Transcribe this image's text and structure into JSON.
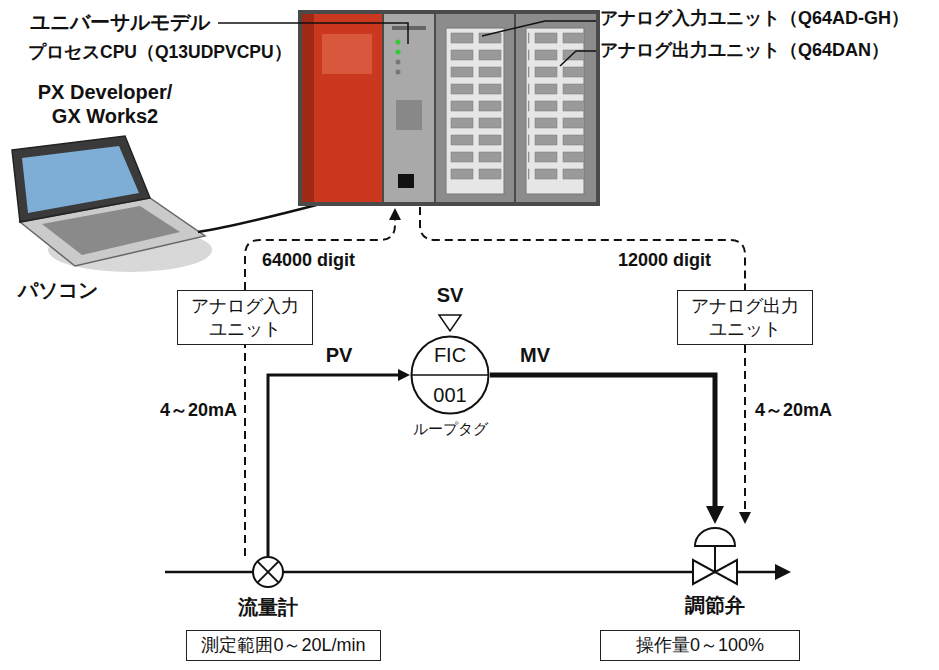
{
  "diagram": {
    "nodes": [
      {
        "text": [
          "アナログ入力 ユニット"
        ]
      },
      {
        "text": [
          "FIC",
          "001"
        ]
      },
      {
        "text": [
          "アナログ出力 ユニット"
        ]
      },
      {
        "text": [
          "流量計"
        ]
      },
      {
        "text": [
          "調節弁"
        ]
      },
      {
        "text": [
          "測定範囲0～20L/min"
        ]
      },
      {
        "text": [
          "操作量0～100%"
        ]
      }
    ],
    "edges": [
      {
        "from": 3,
        "to": 0,
        "arrow": "none",
        "label": "4～20mA"
      },
      {
        "from": 3,
        "to": 1,
        "arrow": "to",
        "label": "PV"
      },
      {
        "from": 1,
        "to": 4,
        "arrow": "to",
        "label": "MV"
      },
      {
        "from": 2,
        "to": 4,
        "arrow": "to",
        "label": "4～20mA"
      }
    ],
    "labels": [
      "ユニバーサルモデル",
      "プロセスCPU（Q13UDPVCPU）",
      "アナログ入力ユニット（Q64AD-GH）",
      "アナログ出力ユニット（Q64DAN）",
      "PX Developer/ GX Works2",
      "パソコン",
      "64000 digit",
      "12000 digit",
      "SV",
      "ループタグ"
    ]
  }
}
